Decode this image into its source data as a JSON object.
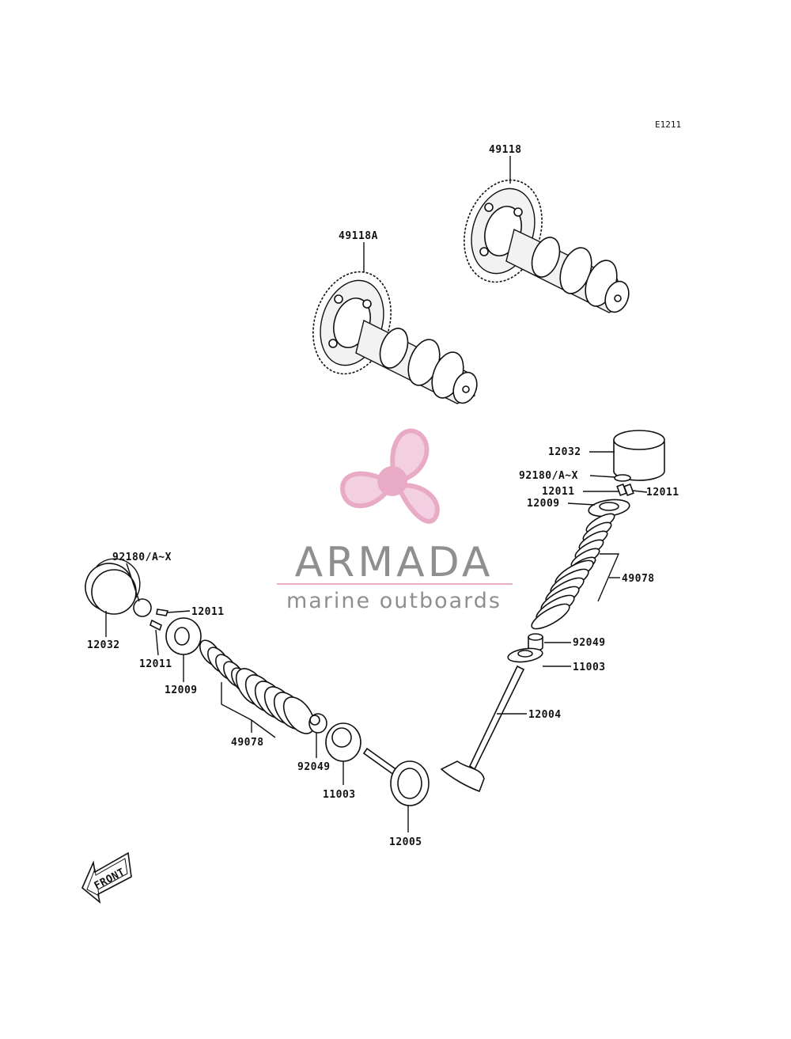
{
  "diagram_code": "E1211",
  "labels": {
    "cam_upper": "49118",
    "cam_lower": "49118A",
    "right_lifter": "12032",
    "right_shim": "92180/A~X",
    "right_cotter_a": "12011",
    "right_cotter_b": "12011",
    "right_retainer": "12009",
    "right_spring": "49078",
    "right_seal": "92049",
    "right_seat": "11003",
    "right_valve": "12004",
    "left_shim": "92180/A~X",
    "left_lifter": "12032",
    "left_cotter_a": "12011",
    "left_cotter_b": "12011",
    "left_retainer": "12009",
    "left_spring": "49078",
    "left_seal": "92049",
    "left_seat": "11003",
    "left_valve": "12005"
  },
  "front_label": "FRONT",
  "watermark": {
    "brand": "ARMADA",
    "tagline": "marine outboards",
    "color": "#e8a6c4",
    "text_color": "#8a8a8a"
  }
}
